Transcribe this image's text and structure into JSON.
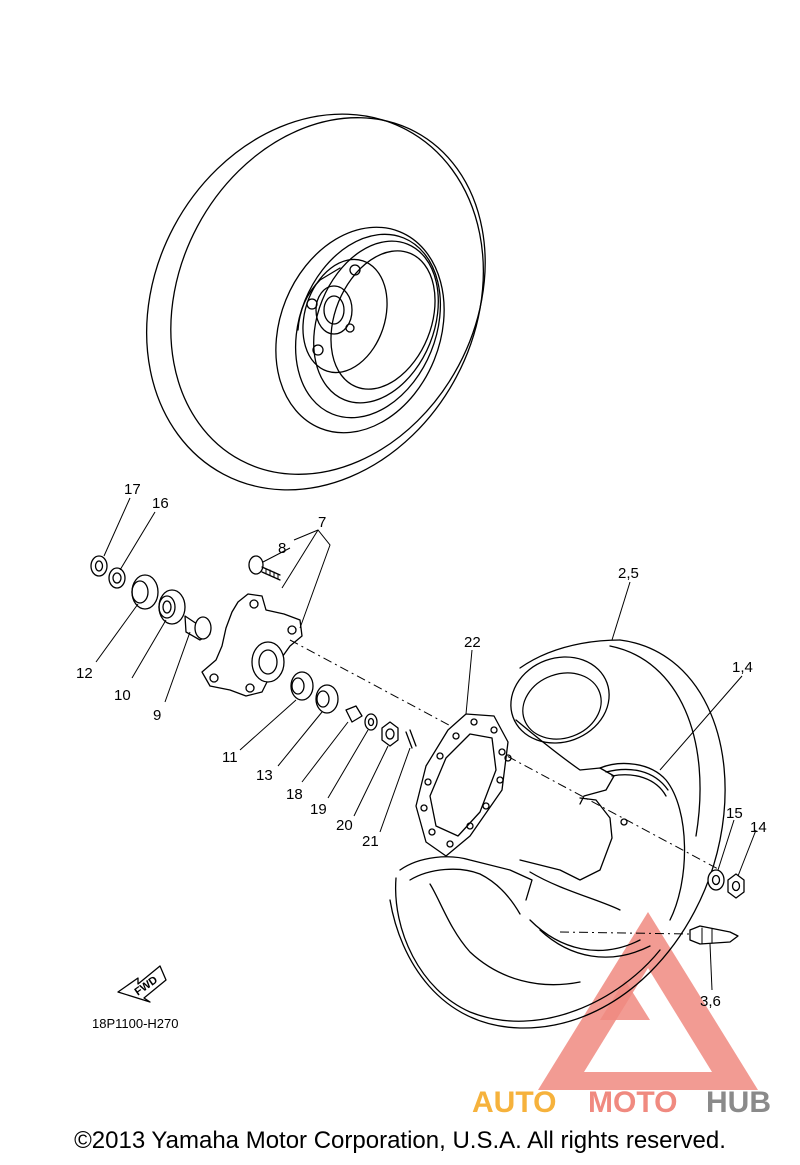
{
  "callouts": {
    "c17": "17",
    "c16": "16",
    "c12": "12",
    "c10": "10",
    "c9": "9",
    "c8": "8",
    "c7": "7",
    "c11": "11",
    "c13": "13",
    "c18": "18",
    "c19": "19",
    "c20": "20",
    "c21": "21",
    "c22": "22",
    "c25": "2,5",
    "c14a": "1,4",
    "c15": "15",
    "c14": "14",
    "c36": "3,6"
  },
  "fwd_label": "FWD",
  "diagram_ref": "18P1100-H270",
  "watermark": {
    "auto": "AUTO",
    "moto": "MOTO",
    "hub": "HUB",
    "colors": {
      "auto": "#f6b23c",
      "moto": "#f08a80",
      "hub": "#8a8a8a",
      "triangle": "#f08a80"
    }
  },
  "copyright": "©2013 Yamaha Motor Corporation, U.S.A. All rights reserved."
}
